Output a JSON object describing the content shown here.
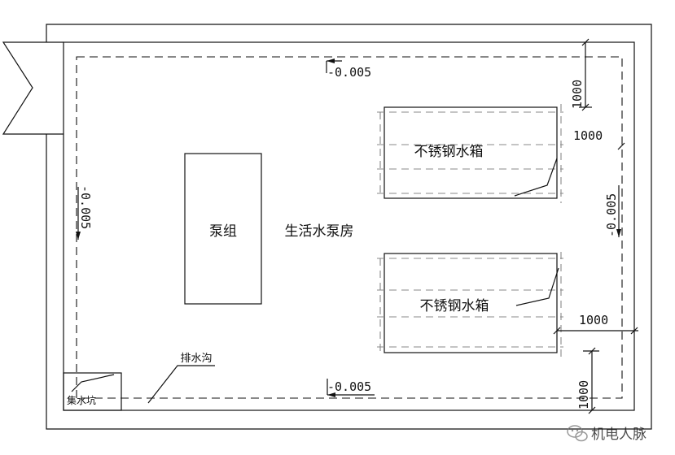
{
  "room": {
    "name": "生活水泵房",
    "pump_label": "泵组",
    "tank_top_label": "不锈钢水箱",
    "tank_bottom_label": "不锈钢水箱",
    "trench_label": "排水沟",
    "sump_label": "集水坑"
  },
  "levels": {
    "top": "-0.005",
    "bottom": "-0.005",
    "left": "-0.005",
    "right": "-0.005"
  },
  "dimensions": {
    "top_right_vertical": "1000",
    "upper_gap": "1000",
    "lower_gap": "1000",
    "bottom_right_vertical": "1000"
  },
  "watermark": {
    "text": "机电人脉",
    "icon": "wechat-icon"
  }
}
